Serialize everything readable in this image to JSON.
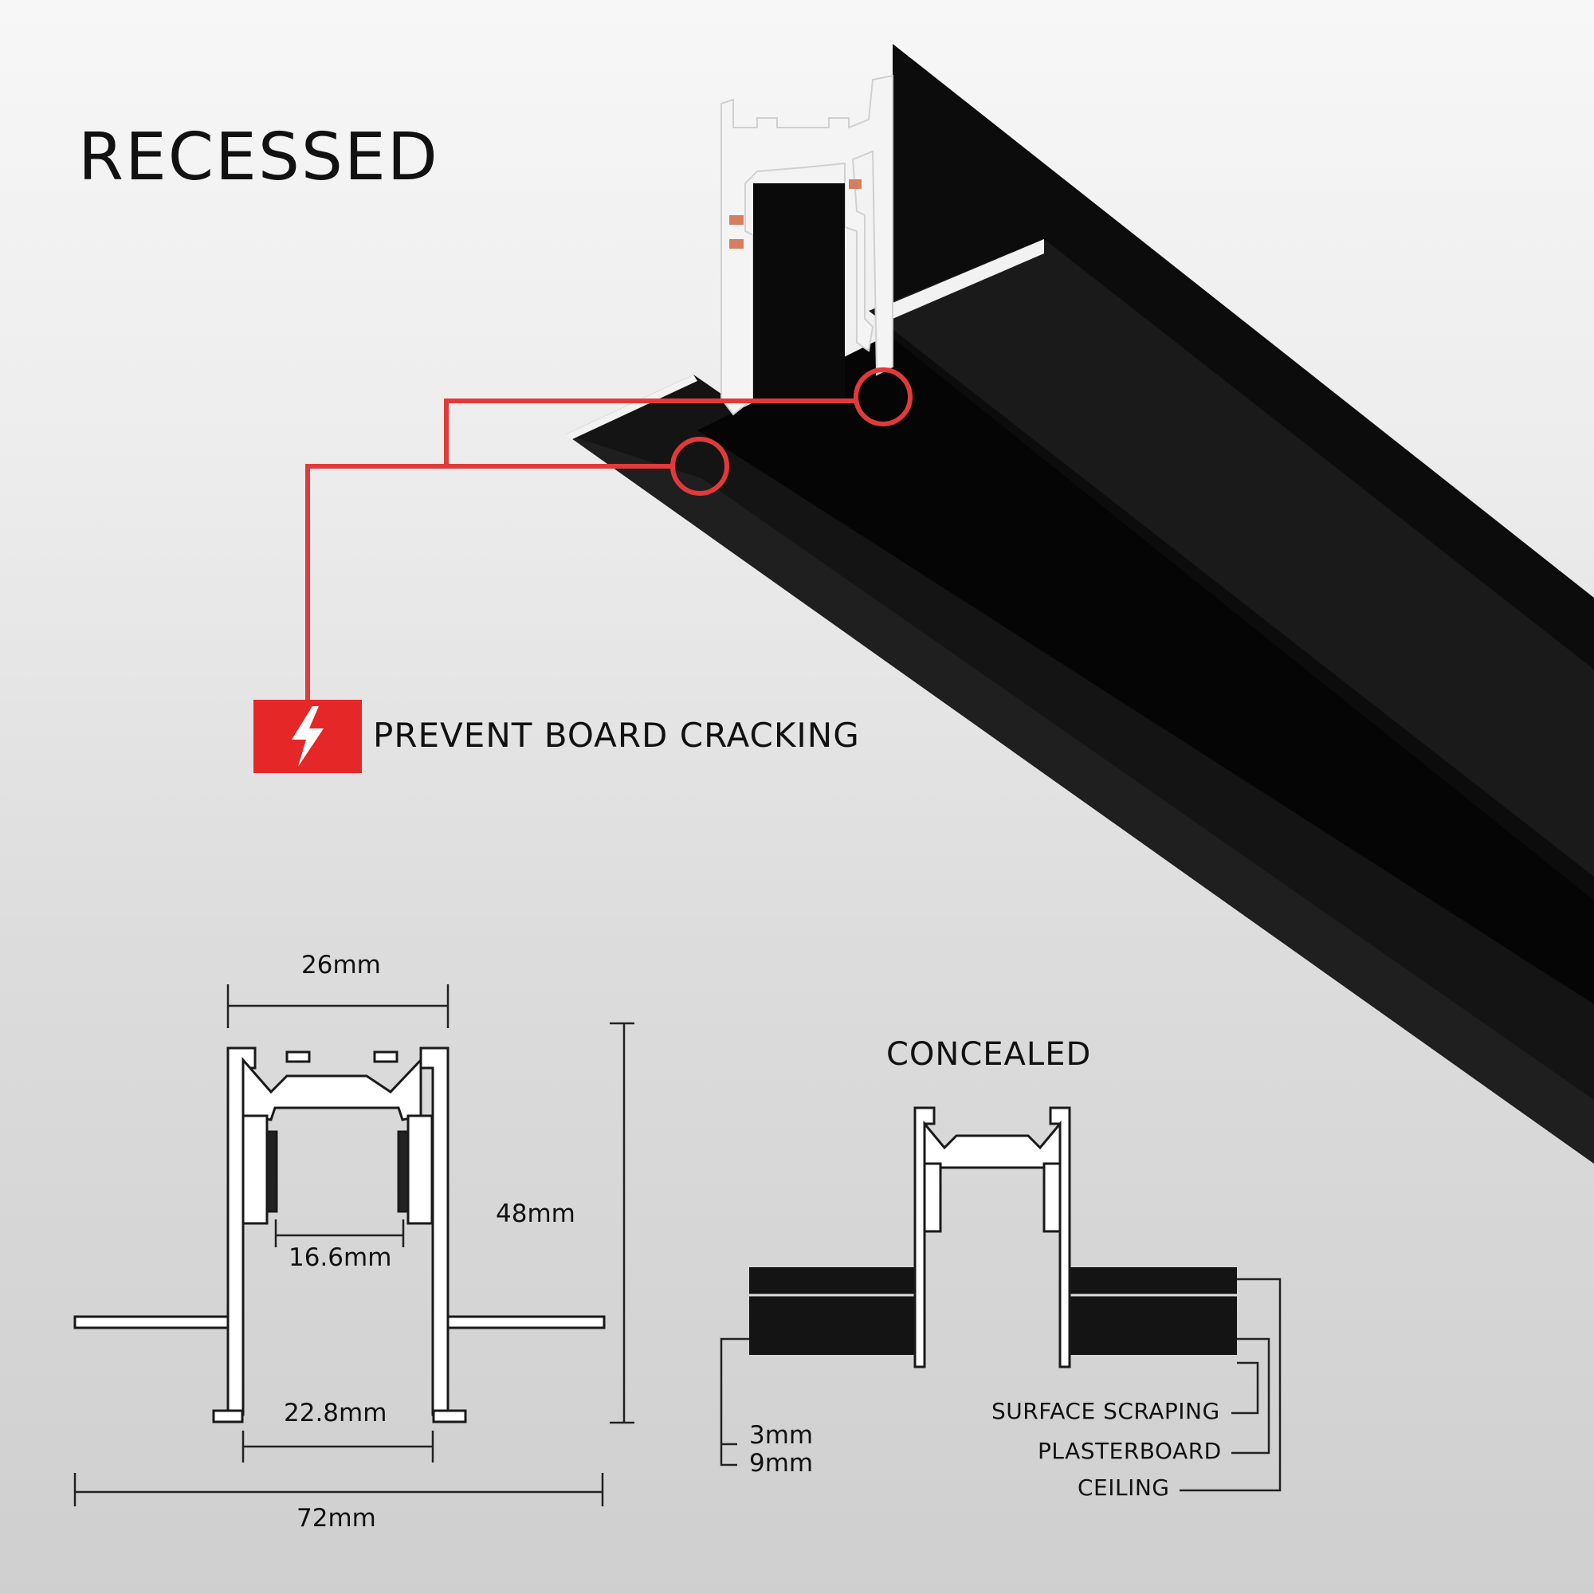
{
  "title": "RECESSED",
  "callout": {
    "text": "PREVENT BOARD CRACKING",
    "icon": "lightning-icon",
    "color": "#e52727"
  },
  "recessed_dimensions": {
    "top_width": "26mm",
    "inner_width": "16.6mm",
    "height": "48mm",
    "bottom_opening": "22.8mm",
    "overall_width": "72mm"
  },
  "concealed": {
    "title": "CONCEALED",
    "thickness_1": "3mm",
    "thickness_2": "9mm",
    "layers": [
      "SURFACE SCRAPING",
      "PLASTERBOARD",
      "CEILING"
    ]
  }
}
